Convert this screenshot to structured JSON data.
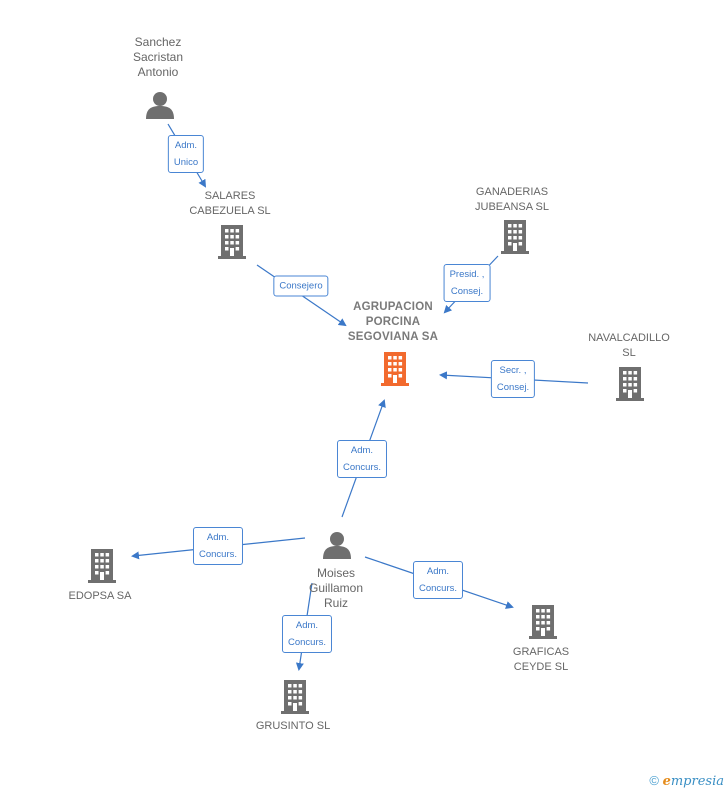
{
  "nodes": {
    "sanchez": {
      "label": "Sanchez\nSacristan\nAntonio"
    },
    "salares": {
      "label": "SALARES\nCABEZUELA SL"
    },
    "ganaderias": {
      "label": "GANADERIAS\nJUBEANSA SL"
    },
    "agrupacion": {
      "label": "AGRUPACION\nPORCINA\nSEGOVIANA SA"
    },
    "navalcadillo": {
      "label": "NAVALCADILLO\nSL"
    },
    "moises": {
      "label": "Moises\nGuillamon\nRuiz"
    },
    "edopsa": {
      "label": "EDOPSA SA"
    },
    "grusinto": {
      "label": "GRUSINTO SL"
    },
    "graficas": {
      "label": "GRAFICAS\nCEYDE SL"
    }
  },
  "edges": {
    "sanchez_salares": {
      "label": "Adm.\nUnico"
    },
    "salares_agrupacion": {
      "label": "Consejero"
    },
    "ganaderias_agrupacion": {
      "label": "Presid. ,\nConsej."
    },
    "navalcadillo_agrupacion": {
      "label": "Secr. ,\nConsej."
    },
    "moises_agrupacion": {
      "label": "Adm.\nConcurs."
    },
    "moises_edopsa": {
      "label": "Adm.\nConcurs."
    },
    "moises_grusinto": {
      "label": "Adm.\nConcurs."
    },
    "moises_graficas": {
      "label": "Adm.\nConcurs."
    }
  },
  "footer": {
    "copyright": "©",
    "brand_e": "e",
    "brand_rest": "mpresia"
  },
  "colors": {
    "edge": "#3b78c8",
    "building": "#6f6f6f",
    "main_building": "#f26a2e",
    "person": "#6f6f6f"
  }
}
